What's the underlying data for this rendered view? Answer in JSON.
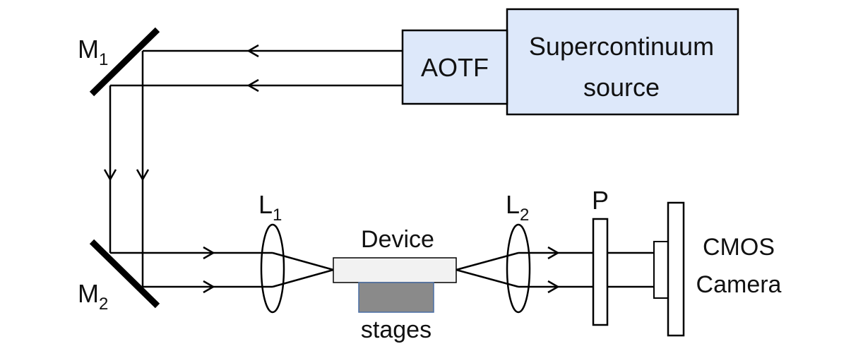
{
  "components": {
    "source": {
      "line1": "Supercontinuum",
      "line2": "source"
    },
    "aotf": {
      "label": "AOTF"
    },
    "mirror1": {
      "label": "M",
      "subscript": "1"
    },
    "mirror2": {
      "label": "M",
      "subscript": "2"
    },
    "lens1": {
      "label": "L",
      "subscript": "1"
    },
    "lens2": {
      "label": "L",
      "subscript": "2"
    },
    "device": {
      "label": "Device"
    },
    "stages": {
      "label": "stages"
    },
    "polarizer": {
      "label": "P"
    },
    "camera": {
      "line1": "CMOS",
      "line2": "Camera"
    }
  },
  "colors": {
    "box_fill": "#dde8fa",
    "stage_fill": "#8a8a8a",
    "stage_border": "#4a6fa5",
    "device_fill": "#f2f2f2",
    "line": "#000000"
  }
}
